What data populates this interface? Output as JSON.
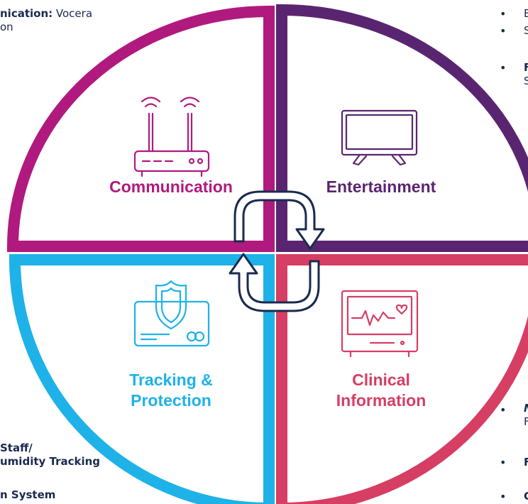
{
  "colors": {
    "communication": "#b01a7e",
    "entertainment": "#5a2570",
    "tracking": "#1eb2e8",
    "clinical": "#d63e64",
    "arrow": "#1a2a4f",
    "text_dark": "#1a2a4f"
  },
  "quadrants": {
    "communication": {
      "label": "Communication",
      "icon": "wifi-router-icon"
    },
    "entertainment": {
      "label": "Entertainment",
      "icon": "tv-icon"
    },
    "tracking": {
      "label_line1": "Tracking &",
      "label_line2": "Protection",
      "icon": "shield-card-icon"
    },
    "clinical": {
      "label_line1": "Clinical",
      "label_line2": "Information",
      "icon": "heart-monitor-icon"
    }
  },
  "center_icon": "cycle-arrows-icon",
  "side_text": {
    "top_left_bold": "nication:",
    "top_left_rest": " Vocera",
    "top_left_line2": "on",
    "top_right_1": "E",
    "top_right_2": "S",
    "top_right_3_bold": "F",
    "top_right_3_line2": "S",
    "bottom_left_1": "Staff/",
    "bottom_left_2": "umidity Tracking",
    "bottom_left_3": "n System",
    "bottom_right_1_bold": "N",
    "bottom_right_1_line2": "F",
    "bottom_right_2_bold": "F",
    "bottom_right_3_bold": "C"
  }
}
